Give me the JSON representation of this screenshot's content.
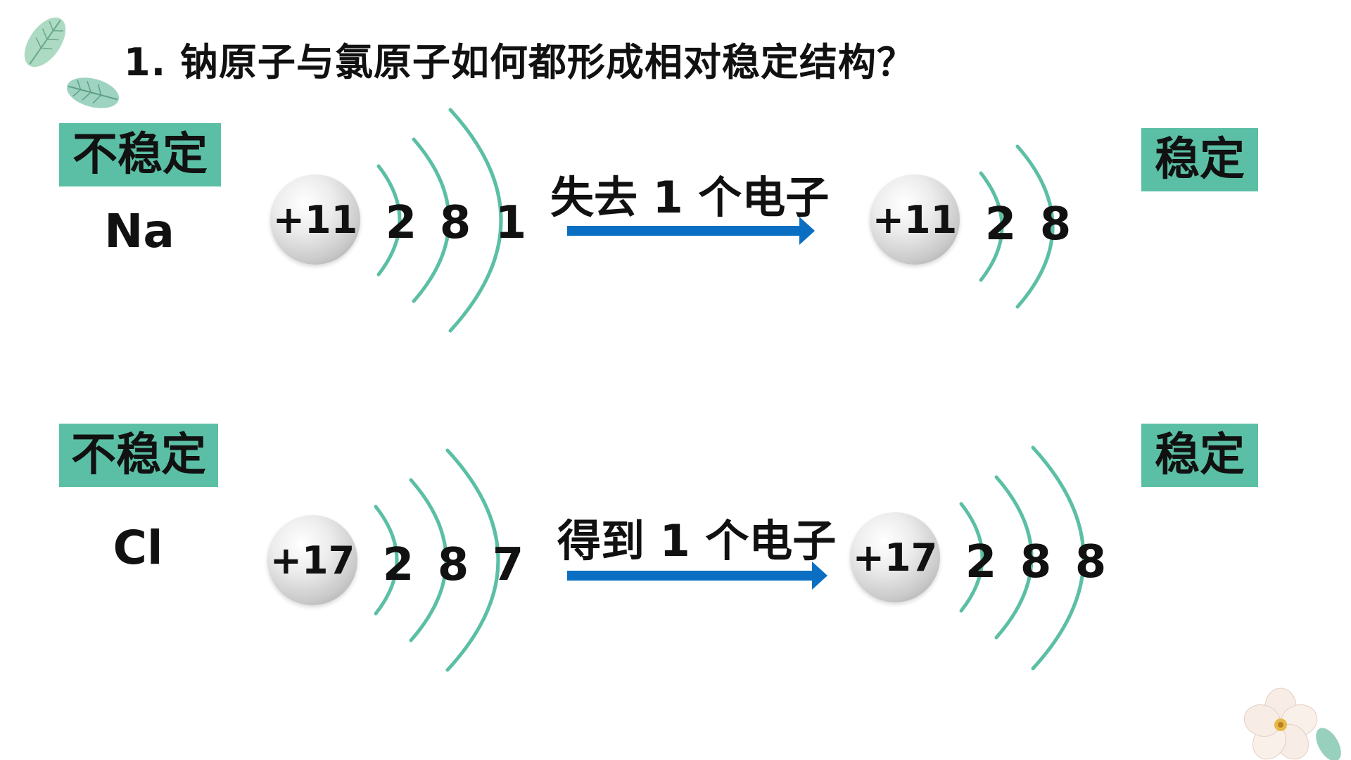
{
  "title": "1. 钠原子与氯原子如何都形成相对稳定结构？",
  "rows": [
    {
      "badge_left": "不稳定",
      "symbol": "Na",
      "nucleus": "+11",
      "shells": [
        "2",
        "8",
        "1"
      ],
      "arrow_label": "失去 1 个电子",
      "result_nucleus": "+11",
      "result_shells": [
        "2",
        "8"
      ],
      "badge_right": "稳定"
    },
    {
      "badge_left": "不稳定",
      "symbol": "Cl",
      "nucleus": "+17",
      "shells": [
        "2",
        "8",
        "7"
      ],
      "arrow_label": "得到 1 个电子",
      "result_nucleus": "+17",
      "result_shells": [
        "2",
        "8",
        "8"
      ],
      "badge_right": "稳定"
    }
  ],
  "colors": {
    "shell_arc": "#5bbfa5",
    "badge_bg": "#5bbfa5",
    "arrow": "#0a6fc2"
  },
  "decorations": [
    "leaf-icon",
    "flower-icon"
  ]
}
